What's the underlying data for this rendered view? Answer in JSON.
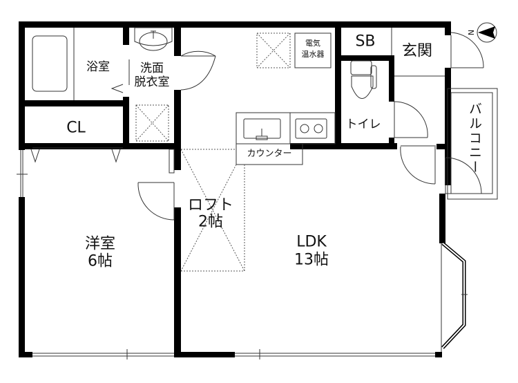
{
  "floor_plan": {
    "rooms": {
      "bathroom": {
        "label": "浴室"
      },
      "washroom": {
        "line1": "洗面",
        "line2": "脱衣室"
      },
      "closet": {
        "label": "CL"
      },
      "shoebox": {
        "label": "SB"
      },
      "entrance": {
        "label": "玄関"
      },
      "toilet": {
        "label": "トイレ"
      },
      "balcony": {
        "label": "バルコニー"
      },
      "western_room": {
        "name": "洋室",
        "size": "6帖"
      },
      "loft": {
        "name": "ロフト",
        "size": "2帖"
      },
      "ldk": {
        "name": "LDK",
        "size": "13帖"
      }
    },
    "fixtures": {
      "water_heater": {
        "line1": "電気",
        "line2": "温水器"
      },
      "counter": {
        "label": "カウンター"
      }
    },
    "compass": {
      "label": "N"
    },
    "colors": {
      "wall": "#000000",
      "line": "#555555",
      "background": "#ffffff"
    }
  }
}
